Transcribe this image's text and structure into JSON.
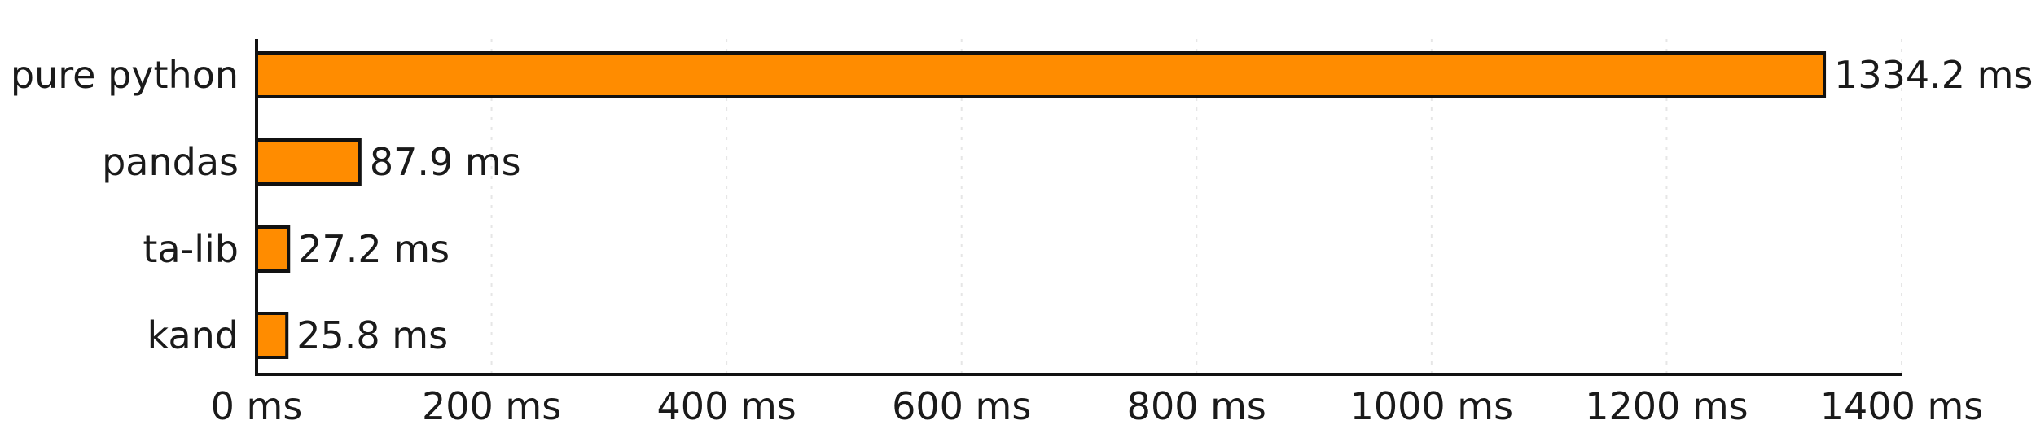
{
  "chart_data": {
    "type": "bar",
    "orientation": "horizontal",
    "categories": [
      "pure python",
      "pandas",
      "ta-lib",
      "kand"
    ],
    "values": [
      1334.2,
      87.9,
      27.2,
      25.8
    ],
    "value_labels": [
      "1334.2 ms",
      "87.9 ms",
      "27.2 ms",
      "25.8 ms"
    ],
    "x_ticks": [
      0,
      200,
      400,
      600,
      800,
      1000,
      1200,
      1400
    ],
    "x_tick_labels": [
      "0 ms",
      "200 ms",
      "400 ms",
      "600 ms",
      "800 ms",
      "1000 ms",
      "1200 ms",
      "1400 ms"
    ],
    "xlim": [
      0,
      1400
    ],
    "grid": true,
    "bar_color": "#ff8c00",
    "edge_color": "#111111",
    "title": "",
    "xlabel": "",
    "ylabel": ""
  }
}
